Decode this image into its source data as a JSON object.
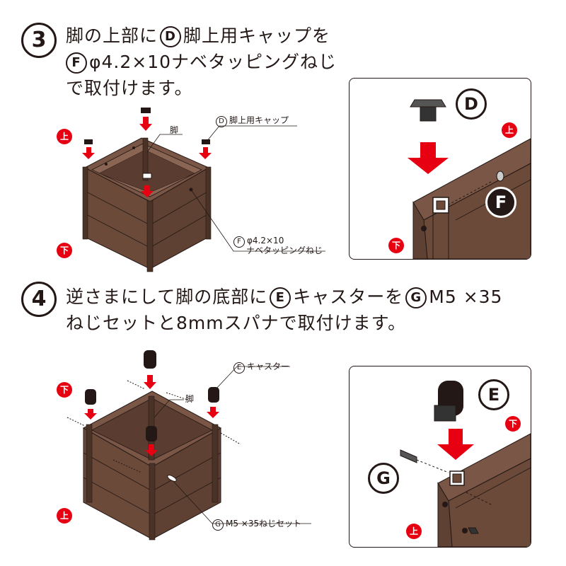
{
  "step3": {
    "number": "3",
    "line1_a": "脚の上部に",
    "line1_badge": "D",
    "line1_b": "脚上用キャップを",
    "line2_badge": "F",
    "line2_b": "φ4.2×10ナベタッピングねじ",
    "line3": "で取付けます。",
    "callout_leg": "脚",
    "callout_cap_badge": "D",
    "callout_cap": "脚上用キャップ",
    "callout_screw_badge": "F",
    "callout_screw_1": "φ4.2×10",
    "callout_screw_2": "ナベタッピングねじ",
    "up_label": "上",
    "down_label": "下",
    "detail_badge_part": "D",
    "detail_badge_screw": "F",
    "detail_up": "上",
    "detail_down": "下"
  },
  "step4": {
    "number": "4",
    "line1_a": "逆さまにして脚の底部に",
    "line1_badge": "E",
    "line1_b": "キャスターを",
    "line1_badge2": "G",
    "line1_c": "M5 ×35",
    "line2": "ねじセットと8mmスパナで取付けます。",
    "callout_caster_badge": "E",
    "callout_caster": "キャスター",
    "callout_leg": "脚",
    "callout_screw_badge": "G",
    "callout_screw": "M5 ×35ねじセット",
    "down_label": "下",
    "up_label": "上",
    "detail_badge_caster": "E",
    "detail_badge_screw": "G",
    "detail_down": "下",
    "detail_up": "上"
  },
  "colors": {
    "wood": "#6b4a3a",
    "wood_dark": "#4a3226",
    "accent_red": "#e60012",
    "line": "#231815"
  }
}
